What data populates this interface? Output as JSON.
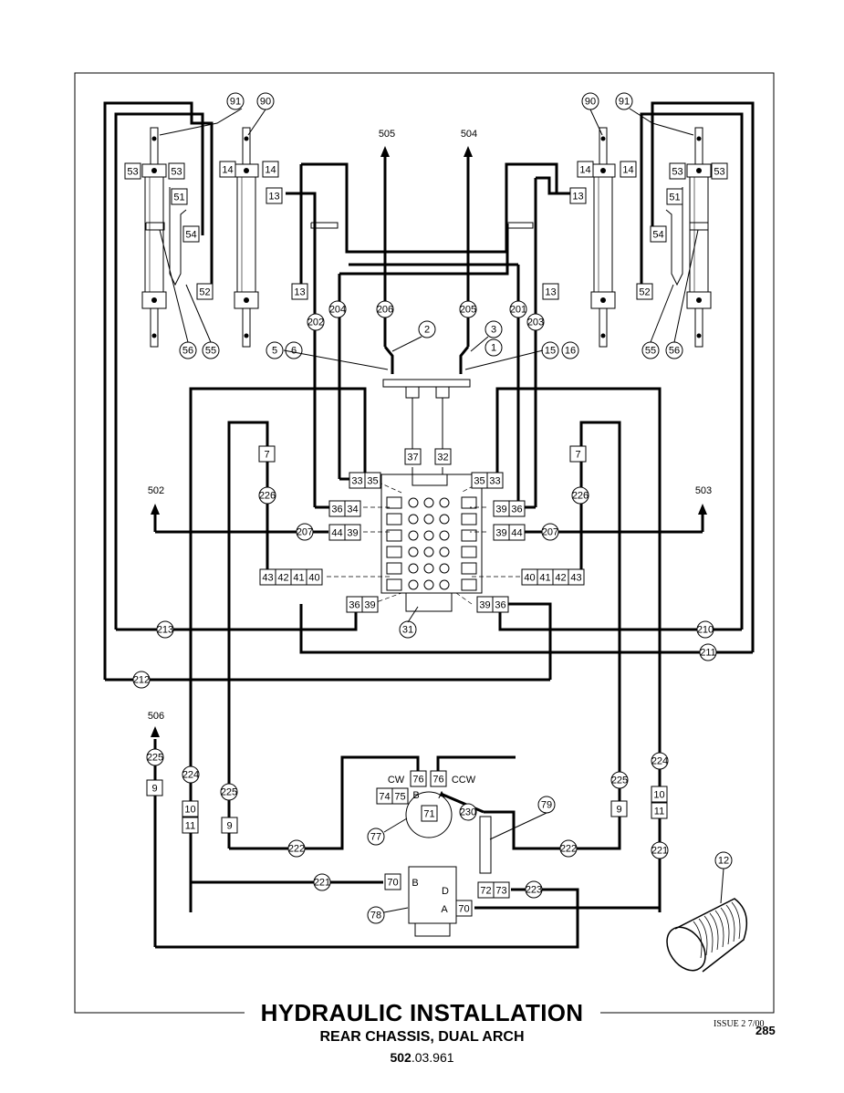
{
  "title": "HYDRAULIC INSTALLATION",
  "subtitle": "REAR CHASSIS, DUAL ARCH",
  "doc_ref_bold": "502",
  "doc_ref_rest": ".03.961",
  "issue": "ISSUE 2 7/00",
  "page_number": "285",
  "outlets": {
    "o505": "505",
    "o504": "504",
    "o502": "502",
    "o503": "503",
    "o506": "506"
  },
  "direction_labels": {
    "cw": "CW",
    "ccw": "CCW"
  },
  "port_labels": {
    "b1": "B",
    "a1": "A",
    "b2": "B",
    "d": "D",
    "a2": "A"
  }
}
